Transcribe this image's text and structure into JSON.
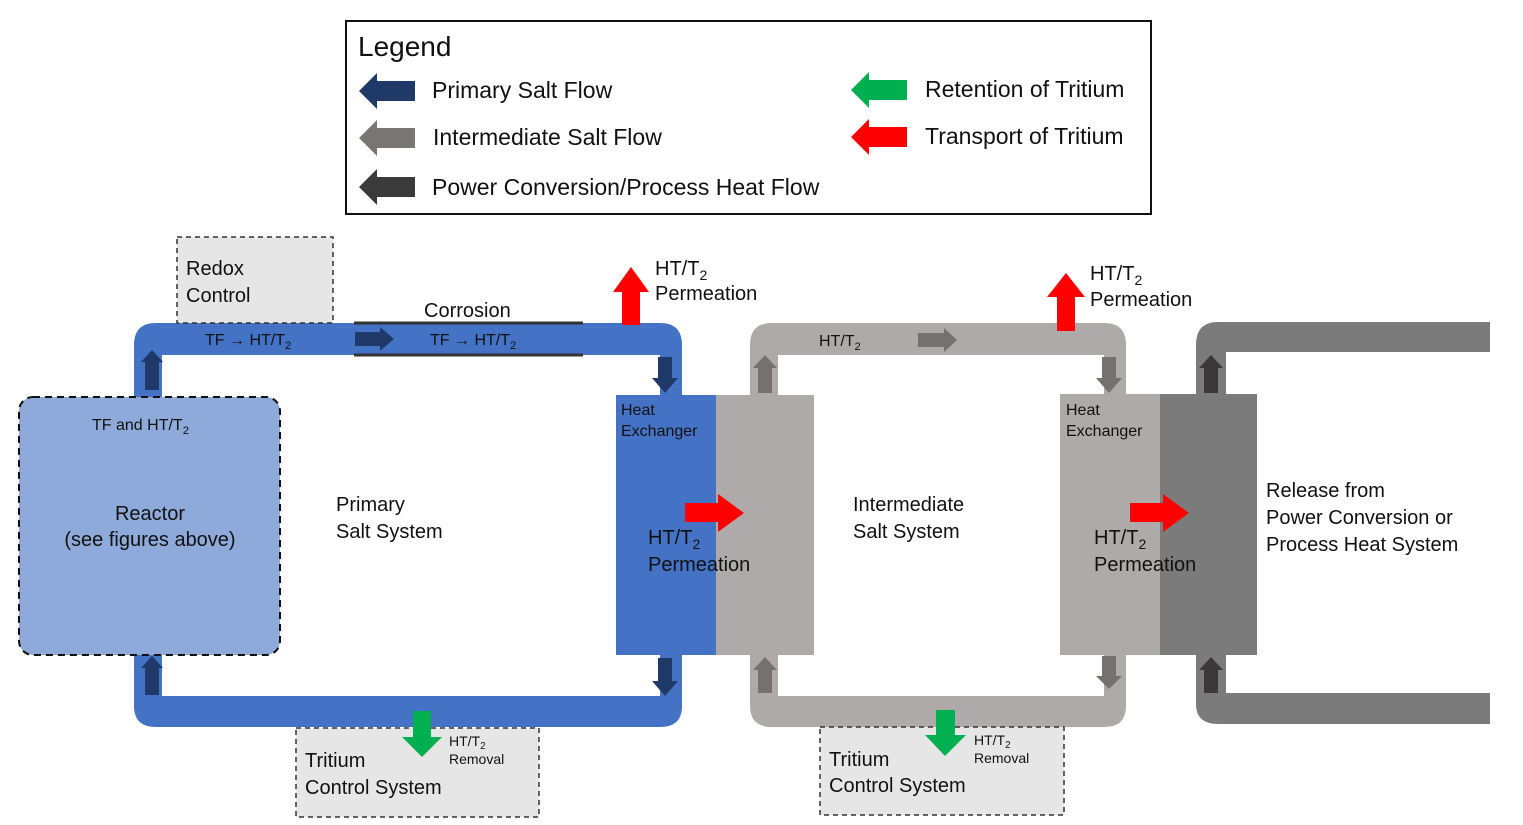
{
  "legend": {
    "title": "Legend",
    "items": [
      {
        "label": "Primary Salt Flow",
        "color": "#1f3a68"
      },
      {
        "label": "Intermediate Salt Flow",
        "color": "#7a7575"
      },
      {
        "label": "Power Conversion/Process Heat Flow",
        "color": "#3a3a3a"
      },
      {
        "label": "Retention of Tritium",
        "color": "#00b050"
      },
      {
        "label": "Transport of Tritium",
        "color": "#ff0000"
      }
    ]
  },
  "colors": {
    "primary_pipe": "#4472c4",
    "primary_arrow": "#1f3a68",
    "reactor_fill": "#8eaadb",
    "intermediate_pipe": "#aeaaaa",
    "intermediate_arrow": "#757171",
    "power_pipe": "#7b7b7b",
    "power_arrow": "#3a3838",
    "control_box_fill": "#e7e6e6",
    "permeation": "#ff0000",
    "retention": "#00b050"
  },
  "redox": {
    "line1": "Redox",
    "line2": "Control"
  },
  "corrosion": {
    "label": "Corrosion"
  },
  "primary_top_left": {
    "text": "TF → HT/T",
    "sub": "2"
  },
  "primary_top_mid": {
    "text": "TF → HT/T",
    "sub": "2"
  },
  "permeation_top1": {
    "line1": "HT/T",
    "sub": "2",
    "line2": "Permeation"
  },
  "permeation_top2": {
    "line1": "HT/T",
    "sub": "2",
    "line2": "Permeation"
  },
  "reactor": {
    "species": "TF and HT/T",
    "species_sub": "2",
    "line1": "Reactor",
    "line2": "(see figures above)"
  },
  "primary_system": {
    "line1": "Primary",
    "line2": "Salt System"
  },
  "intermediate_system": {
    "line1": "Intermediate",
    "line2": "Salt System"
  },
  "intermediate_top": {
    "text": "HT/T",
    "sub": "2"
  },
  "hx1": {
    "line1": "Heat",
    "line2": "Exchanger",
    "perm1": "HT/T",
    "perm_sub": "2",
    "perm2": "Permeation"
  },
  "hx2": {
    "line1": "Heat",
    "line2": "Exchanger",
    "perm1": "HT/T",
    "perm_sub": "2",
    "perm2": "Permeation"
  },
  "release": {
    "line1": "Release from",
    "line2": "Power Conversion or",
    "line3": "Process Heat System"
  },
  "tcs1": {
    "line1": "Tritium",
    "line2": "Control System",
    "removal1": "HT/T",
    "removal_sub": "2",
    "removal2": "Removal"
  },
  "tcs2": {
    "line1": "Tritium",
    "line2": "Control System",
    "removal1": "HT/T",
    "removal_sub": "2",
    "removal2": "Removal"
  }
}
